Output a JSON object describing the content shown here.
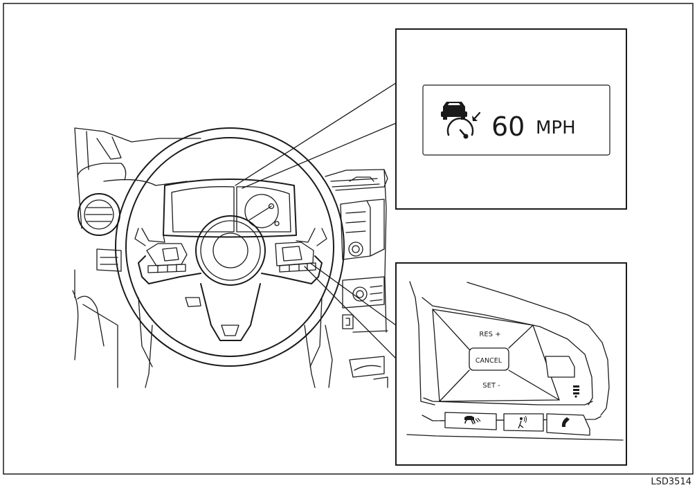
{
  "display": {
    "speed_value": "60",
    "speed_unit": "MPH"
  },
  "switch": {
    "res_label": "RES +",
    "cancel_label": "CANCEL",
    "set_label": "SET -"
  },
  "figure_code": "LSD3514",
  "icons": [
    "cruise-set-speed-icon",
    "steering-assist-icon",
    "voice-recognition-icon",
    "phone-icon",
    "distance-icon"
  ]
}
